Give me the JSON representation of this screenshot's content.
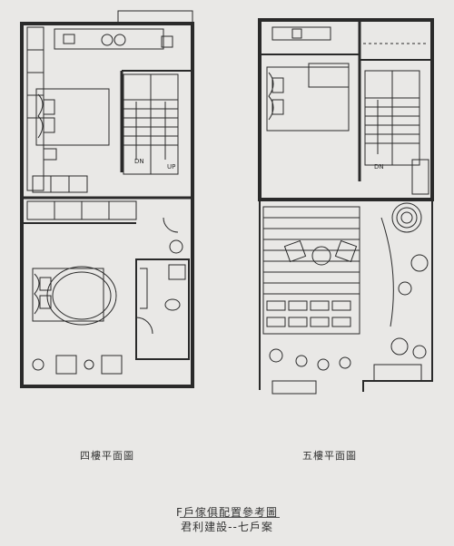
{
  "plans": {
    "left_caption": "四樓平面圖",
    "right_caption": "五樓平面圖",
    "stair_left_dn": "DN",
    "stair_left_up": "UP",
    "stair_right_dn": "DN"
  },
  "footer": {
    "title": "F戶傢俱配置參考圖",
    "subtitle": "君利建設--七戶案"
  },
  "colors": {
    "background": "#e9e8e6",
    "ink": "#2a2a2a",
    "wall": "#3a3a3a"
  }
}
